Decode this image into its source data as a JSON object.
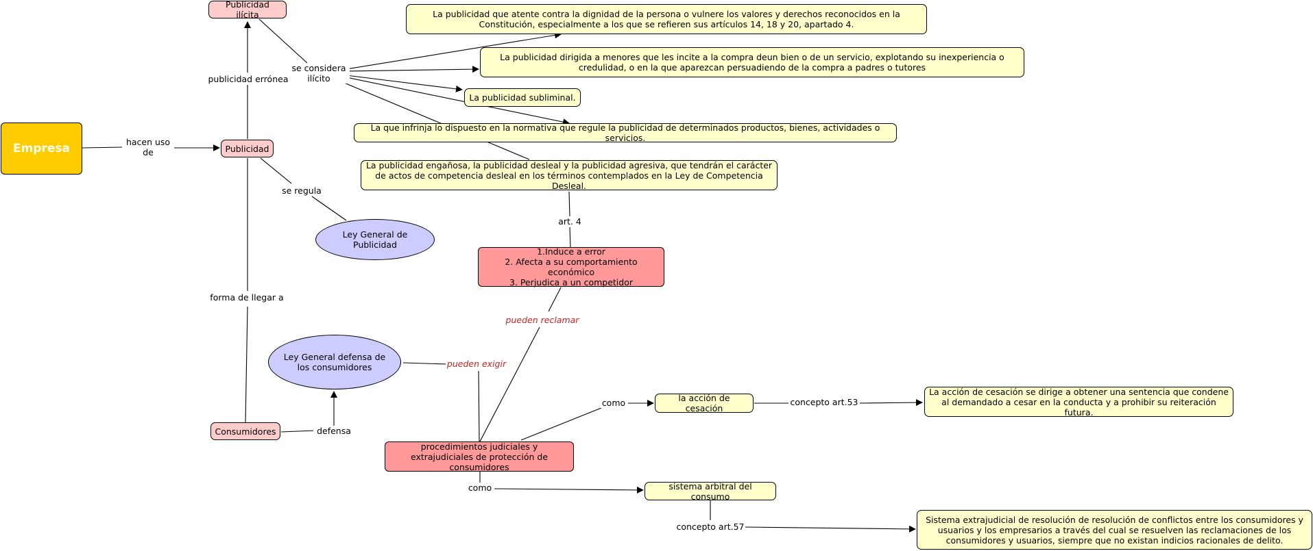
{
  "nodes": {
    "empresa": "Empresa",
    "publicidad": "Publicidad",
    "publicidad_ilicita": "Publicidad ilícita",
    "ley_publicidad": "Ley General de Publicidad",
    "ley_consumidores": "Ley General defensa de los consumidores",
    "consumidores": "Consumidores",
    "dignidad": "La publicidad que atente contra la dignidad de la persona o vulnere los valores y derechos reconocidos en la Constitución, especialmente a los que se refieren sus artículos 14, 18 y 20, apartado 4.",
    "menores": "La publicidad dirigida a menores que les incite a la compra deun bien o de un servicio, explotando su inexperiencia o credulidad, o en la que aparezcan persuadiendo de la compra a padres o tutores",
    "subliminal": "La publicidad subliminal.",
    "normativa": "La que infrinja lo dispuesto en la normativa que regule la publicidad de determinados productos, bienes, actividades o servicios.",
    "enganosa": "La publicidad engañosa, la publicidad desleal y la publicidad agresiva, que tendrán el carácter de actos de competencia desleal en los términos contemplados en la Ley de Competencia Desleal.",
    "induce": "1.Induce a error\n2. Afecta a su comportamiento económico\n3. Perjudica a un competidor",
    "procedimientos": "procedimientos judiciales y extrajudiciales de protección de consumidores",
    "accion_cesacion": "la acción de cesación",
    "accion_cesacion_def": "La acción de cesación se dirige a obtener una sentencia que condene al demandado a cesar en la conducta y a prohibir su reiteración futura.",
    "sistema_arbitral": "sistema arbitral del consumo",
    "sistema_def": "Sistema extrajudicial de resolución de resolución de conflictos entre los consumidores y usuarios y los empresarios a través del cual se resuelven las reclamaciones de los consumidores y usuarios, siempre que no existan indicios racionales de delito."
  },
  "links": {
    "hacen_uso_de": "hacen uso\nde",
    "publicidad_erronea": "publicidad errónea",
    "se_considera_ilicito": "se considera\nilícito",
    "se_regula": "se regula",
    "forma_de_llegar_a": "forma de llegar a",
    "art4": "art. 4",
    "pueden_reclamar": "pueden reclamar",
    "pueden_exigir": "pueden exigir",
    "defensa": "defensa",
    "como_1": "como",
    "como_2": "como",
    "concepto_art53": "concepto art.53",
    "concepto_art57": "concepto art.57"
  },
  "colors": {
    "yellow": "#ffffcc",
    "pink": "#ffcccc",
    "red": "#ff9999",
    "lavender": "#ccccff",
    "gold": "#ffcc00",
    "link_red": "#cc2222"
  }
}
